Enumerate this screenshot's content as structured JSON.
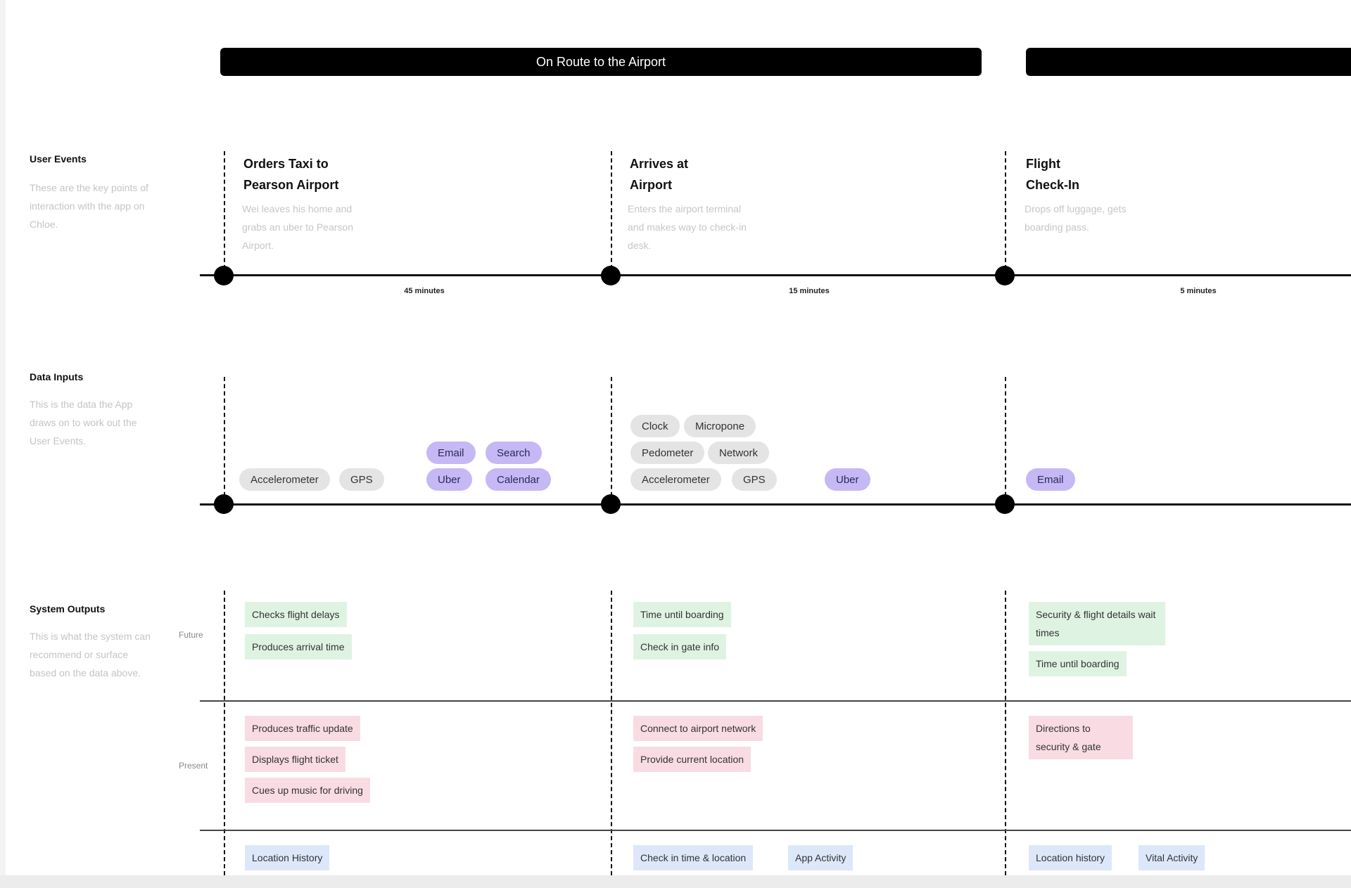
{
  "phases": [
    {
      "label": "On Route to the Airport"
    },
    {
      "label": ""
    }
  ],
  "lanes": {
    "user_events": {
      "title": "User Events",
      "description": "These are the key points of interaction with the app on Chloe."
    },
    "data_inputs": {
      "title": "Data Inputs",
      "description": "This is the data the App draws on to work out the User Events."
    },
    "system_outputs": {
      "title": "System Outputs",
      "description": "This is what the system can recommend or surface based on the data above.",
      "row_labels": {
        "future": "Future",
        "present": "Present"
      }
    }
  },
  "events": [
    {
      "title_line1": "Orders Taxi to",
      "title_line2": "Pearson Airport",
      "description": "Wei leaves his home and grabs an uber to Pearson Airport.",
      "duration": "45 minutes"
    },
    {
      "title_line1": "Arrives at",
      "title_line2": "Airport",
      "description": "Enters the airport terminal and makes way to check-in desk.",
      "duration": "15 minutes"
    },
    {
      "title_line1": "Flight",
      "title_line2": "Check-In",
      "description": "Drops off luggage, gets boarding pass.",
      "duration": "5 minutes"
    }
  ],
  "inputs": {
    "col1": {
      "accelerometer": "Accelerometer",
      "gps": "GPS",
      "email": "Email",
      "search": "Search",
      "uber": "Uber",
      "calendar": "Calendar"
    },
    "col2": {
      "clock": "Clock",
      "microphone": "Micropone",
      "pedometer": "Pedometer",
      "network": "Network",
      "accelerometer": "Accelerometer",
      "gps": "GPS",
      "uber": "Uber"
    },
    "col3": {
      "email": "Email"
    }
  },
  "outputs": {
    "future": {
      "col1": [
        "Checks flight delays",
        "Produces arrival time"
      ],
      "col2": [
        "Time until boarding",
        "Check in gate info"
      ],
      "col3": [
        "Security & flight details wait times",
        "Time until boarding"
      ]
    },
    "present": {
      "col1": [
        "Produces traffic update",
        "Displays flight ticket",
        "Cues up music for driving"
      ],
      "col2": [
        "Connect to airport network",
        "Provide current location"
      ],
      "col3": [
        "Directions to security & gate"
      ]
    },
    "past": {
      "col1": [
        "Location History"
      ],
      "col2": [
        "Check in time & location",
        "App Activity"
      ],
      "col3": [
        "Location history",
        "Vital Activity"
      ]
    }
  },
  "colors": {
    "phase_bar": "#000000",
    "pill_grey": "#e4e4e4",
    "pill_purple": "#c6b8f5",
    "tag_green": "#dff3e3",
    "tag_pink": "#f9dce3",
    "tag_blue": "#dce8fa"
  }
}
